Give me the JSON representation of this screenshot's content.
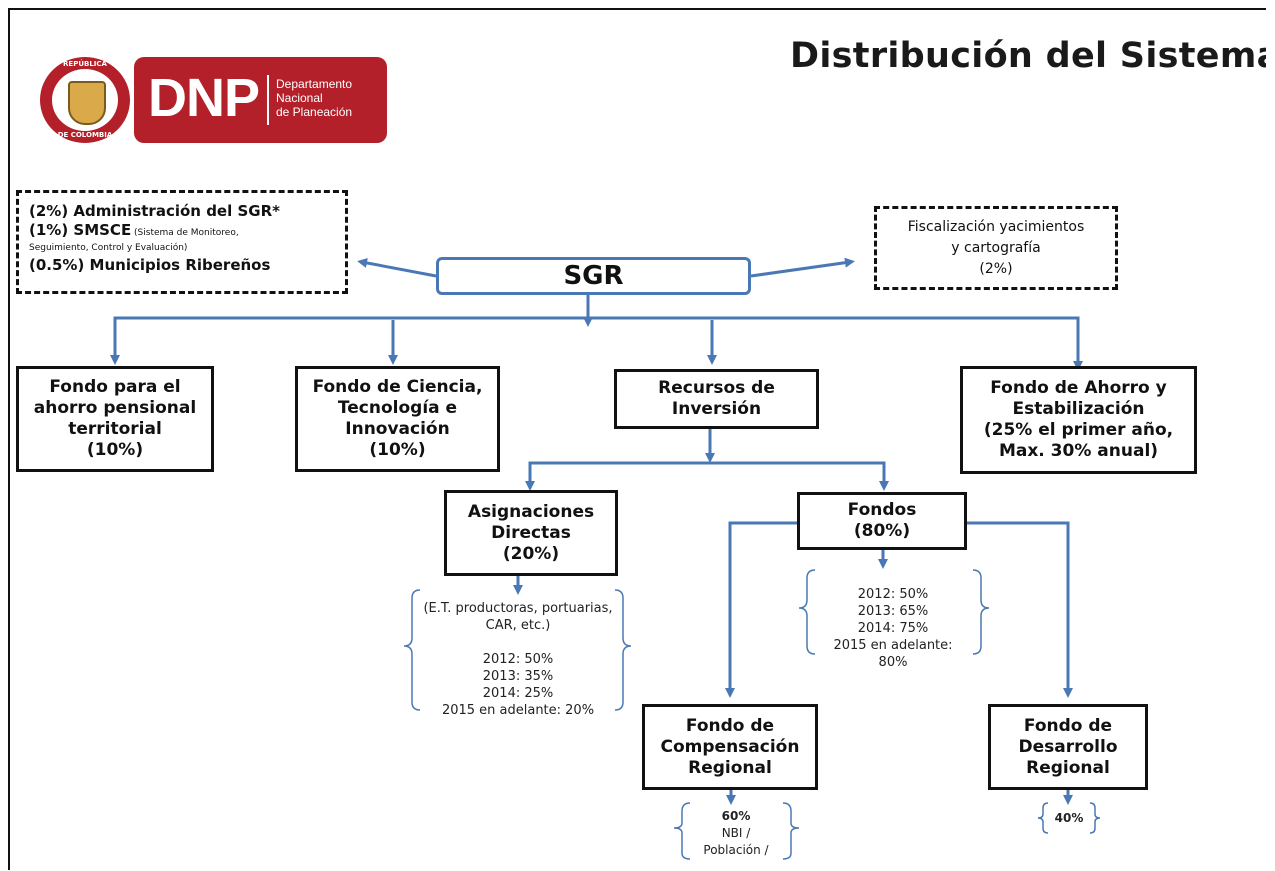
{
  "title": "Distribución del Sistema",
  "logo": {
    "seal_top": "REPÚBLICA",
    "seal_bottom": "DE COLOMBIA",
    "acronym": "DNP",
    "line1": "Departamento",
    "line2": "Nacional",
    "line3": "de Planeación"
  },
  "admin_box": {
    "line1": "(2%) Administración del SGR*",
    "line2_bold": "(1%)  SMSCE",
    "line2_small": " (Sistema de Monitoreo,",
    "line3": "Seguimiento, Control y Evaluación)",
    "line4": "(0.5%) Municipios Ribereños"
  },
  "fiscal_box": {
    "line1": "Fiscalización yacimientos",
    "line2": "y cartografía",
    "line3": "(2%)"
  },
  "sgr": "SGR",
  "pension": {
    "l1": "Fondo para el",
    "l2": "ahorro pensional",
    "l3": "territorial",
    "l4": "(10%)"
  },
  "ciencia": {
    "l1": "Fondo de Ciencia,",
    "l2": "Tecnología e",
    "l3": "Innovación",
    "l4": "(10%)"
  },
  "recursos": {
    "l1": "Recursos de",
    "l2": "Inversión"
  },
  "ahorro": {
    "l1": "Fondo de Ahorro y",
    "l2": "Estabilización",
    "l3": "(25% el primer año,",
    "l4": "Max. 30% anual)"
  },
  "asignaciones": {
    "l1": "Asignaciones",
    "l2": "Directas",
    "l3": "(20%)"
  },
  "fondos": {
    "l1": "Fondos",
    "l2": "(80%)"
  },
  "asig_note": [
    "(E.T. productoras, portuarias,",
    "CAR, etc.)",
    "",
    "2012: 50%",
    "2013: 35%",
    "2014: 25%",
    "2015 en adelante: 20%"
  ],
  "fondos_note": [
    "2012: 50%",
    "2013: 65%",
    "2014: 75%",
    "2015 en adelante:",
    "80%"
  ],
  "compensacion": {
    "l1": "Fondo de",
    "l2": "Compensación",
    "l3": "Regional"
  },
  "desarrollo": {
    "l1": "Fondo de",
    "l2": "Desarrollo",
    "l3": "Regional"
  },
  "comp_note": [
    "60%",
    "NBI /",
    "Población /"
  ],
  "desa_note": "40%",
  "colors": {
    "arrow": "#4a78b4",
    "brand": "#b3202a"
  }
}
